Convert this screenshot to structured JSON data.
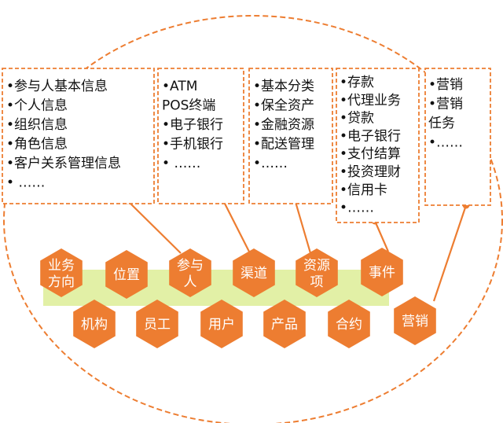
{
  "colors": {
    "orange": "#ed7d31",
    "dashed_border": "#ed7d31",
    "band": "#e2f0a6",
    "text": "#111111",
    "hex_text": "#ffffff"
  },
  "boxes": [
    {
      "id": "participant-info",
      "items": [
        "•参与人基本信息",
        "•个人信息",
        "•组织信息",
        "•角色信息",
        "•客户关系管理信息",
        "• ……"
      ]
    },
    {
      "id": "channels",
      "items": [
        "•ATM",
        " POS终端",
        "•电子银行",
        "•手机银行",
        "• ……"
      ]
    },
    {
      "id": "resources",
      "items": [
        "•基本分类",
        "•保全资产",
        "•金融资源",
        "•配送管理",
        "•……"
      ]
    },
    {
      "id": "events",
      "items": [
        "•存款",
        "•代理业务",
        "•贷款",
        "•电子银行",
        "•支付结算",
        "•投资理财",
        "•信用卡",
        "•……"
      ]
    },
    {
      "id": "marketing",
      "items": [
        "•营销",
        "•营销",
        "任务",
        "•……"
      ]
    }
  ],
  "hexagons_top": [
    {
      "id": "business-direction",
      "lines": [
        "业务",
        "方向"
      ]
    },
    {
      "id": "location",
      "lines": [
        "位置"
      ]
    },
    {
      "id": "participant",
      "lines": [
        "参与",
        "人"
      ]
    },
    {
      "id": "channel",
      "lines": [
        "渠道"
      ]
    },
    {
      "id": "resource-item",
      "lines": [
        "资源",
        "项"
      ]
    },
    {
      "id": "event",
      "lines": [
        "事件"
      ]
    }
  ],
  "hexagons_bottom": [
    {
      "id": "institution",
      "lines": [
        "机构"
      ]
    },
    {
      "id": "employee",
      "lines": [
        "员工"
      ]
    },
    {
      "id": "user",
      "lines": [
        "用户"
      ]
    },
    {
      "id": "product",
      "lines": [
        "产品"
      ]
    },
    {
      "id": "contract",
      "lines": [
        "合约"
      ]
    },
    {
      "id": "marketing-hex",
      "lines": [
        "营销"
      ]
    }
  ]
}
